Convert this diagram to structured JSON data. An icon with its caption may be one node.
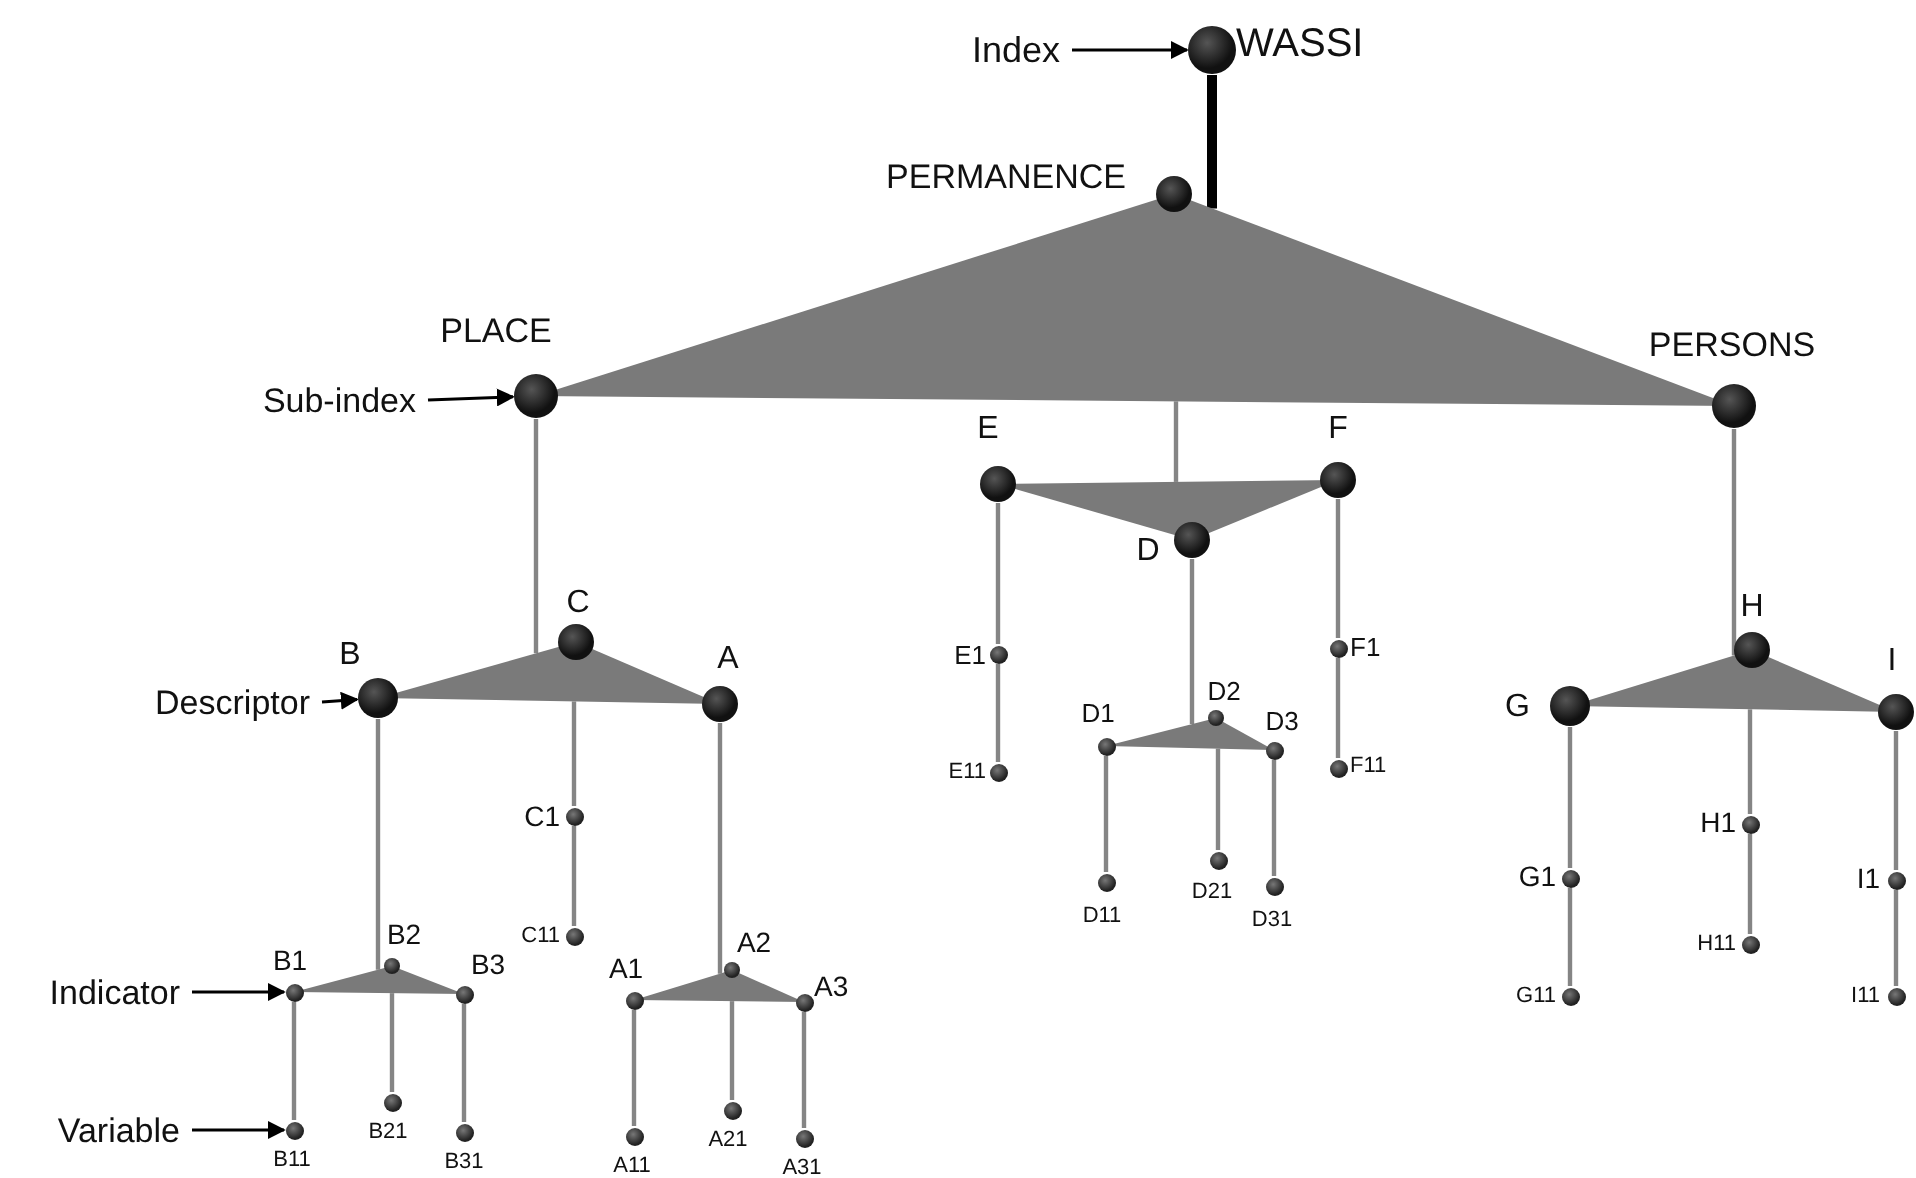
{
  "diagram": {
    "nodes": [
      {
        "text": [
          "Index"
        ]
      },
      {
        "text": [
          "WASSI"
        ]
      },
      {
        "text": [
          "PERMANENCE"
        ]
      },
      {
        "text": [],
        "shape": "triangle"
      },
      {
        "text": [
          "Sub-index"
        ]
      },
      {
        "text": [
          "PLACE"
        ]
      },
      {
        "text": [
          "PERSONS"
        ]
      },
      {
        "text": [
          "E"
        ]
      },
      {
        "text": [
          "F"
        ]
      },
      {
        "text": [],
        "shape": "triangle"
      },
      {
        "text": [
          "D"
        ]
      },
      {
        "text": [
          "Descriptor"
        ]
      },
      {
        "text": [
          "B"
        ]
      },
      {
        "text": [
          "C"
        ]
      },
      {
        "text": [
          "A"
        ]
      },
      {
        "text": [],
        "shape": "triangle"
      },
      {
        "text": [
          "H"
        ]
      },
      {
        "text": [
          "G"
        ]
      },
      {
        "text": [
          "I"
        ]
      },
      {
        "text": [],
        "shape": "triangle"
      },
      {
        "text": [
          "E1"
        ]
      },
      {
        "text": [
          "F1"
        ]
      },
      {
        "text": [
          "C1"
        ]
      },
      {
        "text": [
          "E11"
        ]
      },
      {
        "text": [
          "F11"
        ]
      },
      {
        "text": [
          "D1"
        ]
      },
      {
        "text": [
          "D2"
        ]
      },
      {
        "text": [
          "D3"
        ]
      },
      {
        "text": [],
        "shape": "triangle"
      },
      {
        "text": [
          "H1"
        ]
      },
      {
        "text": [
          "G1"
        ]
      },
      {
        "text": [
          "I1"
        ]
      },
      {
        "text": [
          "C11"
        ]
      },
      {
        "text": [
          "D11"
        ]
      },
      {
        "text": [
          "D21"
        ]
      },
      {
        "text": [
          "D31"
        ]
      },
      {
        "text": [
          "Indicator"
        ]
      },
      {
        "text": [
          "B1"
        ]
      },
      {
        "text": [
          "B2"
        ]
      },
      {
        "text": [
          "B3"
        ]
      },
      {
        "text": [],
        "shape": "triangle"
      },
      {
        "text": [
          "A1"
        ]
      },
      {
        "text": [
          "A2"
        ]
      },
      {
        "text": [
          "A3"
        ]
      },
      {
        "text": [],
        "shape": "triangle"
      },
      {
        "text": [
          "H11"
        ]
      },
      {
        "text": [
          "G11"
        ]
      },
      {
        "text": [
          "I11"
        ]
      },
      {
        "text": [
          "Variable"
        ]
      },
      {
        "text": [
          "B11"
        ]
      },
      {
        "text": [
          "B21"
        ]
      },
      {
        "text": [
          "B31"
        ]
      },
      {
        "text": [
          "A11"
        ]
      },
      {
        "text": [
          "A21"
        ]
      },
      {
        "text": [
          "A31"
        ]
      }
    ],
    "edges": [
      {
        "from": 0,
        "to": 1,
        "arrow": "to",
        "color": "#000000"
      },
      {
        "from": 1,
        "to": 3,
        "arrow": "none",
        "style": "thick",
        "color": "#000000"
      },
      {
        "from": 4,
        "to": 5,
        "arrow": "to",
        "color": "#000000"
      },
      {
        "from": 5,
        "to": 15,
        "arrow": "none"
      },
      {
        "from": 3,
        "to": 9,
        "arrow": "none"
      },
      {
        "from": 6,
        "to": 19,
        "arrow": "none"
      },
      {
        "from": 11,
        "to": 12,
        "arrow": "to",
        "color": "#000000"
      },
      {
        "from": 15,
        "to": 22,
        "arrow": "none"
      },
      {
        "from": 22,
        "to": 32,
        "arrow": "none"
      },
      {
        "from": 12,
        "to": 40,
        "arrow": "none"
      },
      {
        "from": 14,
        "to": 44,
        "arrow": "none"
      },
      {
        "from": 7,
        "to": 20,
        "arrow": "none"
      },
      {
        "from": 20,
        "to": 23,
        "arrow": "none"
      },
      {
        "from": 8,
        "to": 21,
        "arrow": "none"
      },
      {
        "from": 21,
        "to": 24,
        "arrow": "none"
      },
      {
        "from": 10,
        "to": 28,
        "arrow": "none"
      },
      {
        "from": 25,
        "to": 33,
        "arrow": "none"
      },
      {
        "from": 28,
        "to": 34,
        "arrow": "none"
      },
      {
        "from": 27,
        "to": 35,
        "arrow": "none"
      },
      {
        "from": 17,
        "to": 30,
        "arrow": "none"
      },
      {
        "from": 30,
        "to": 46,
        "arrow": "none"
      },
      {
        "from": 19,
        "to": 29,
        "arrow": "none"
      },
      {
        "from": 29,
        "to": 45,
        "arrow": "none"
      },
      {
        "from": 18,
        "to": 31,
        "arrow": "none"
      },
      {
        "from": 31,
        "to": 47,
        "arrow": "none"
      },
      {
        "from": 36,
        "to": 37,
        "arrow": "to",
        "color": "#000000"
      },
      {
        "from": 48,
        "to": 49,
        "arrow": "to",
        "color": "#000000"
      },
      {
        "from": 37,
        "to": 49,
        "arrow": "none"
      },
      {
        "from": 40,
        "to": 50,
        "arrow": "none"
      },
      {
        "from": 39,
        "to": 51,
        "arrow": "none"
      },
      {
        "from": 41,
        "to": 52,
        "arrow": "none"
      },
      {
        "from": 44,
        "to": 53,
        "arrow": "none"
      },
      {
        "from": 43,
        "to": 54,
        "arrow": "none"
      }
    ]
  }
}
